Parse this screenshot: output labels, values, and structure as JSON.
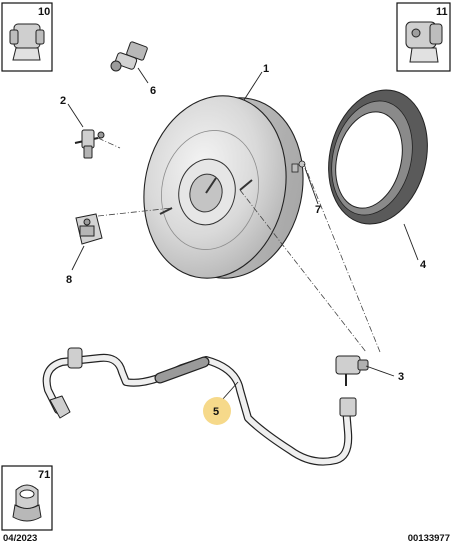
{
  "corner_boxes": {
    "top_left": "10",
    "top_right": "11",
    "bottom_left": "71"
  },
  "callouts": {
    "c1": "1",
    "c2": "2",
    "c3": "3",
    "c4": "4",
    "c5": "5",
    "c6": "6",
    "c7": "7",
    "c8": "8"
  },
  "footer": {
    "date": "04/2023",
    "reference": "00133977"
  },
  "colors": {
    "line": "#222222",
    "part_fill": "#dcdcdc",
    "part_shade": "#b9b9b9",
    "seal": "#5a5a5a",
    "highlight": "#f6d98a"
  }
}
